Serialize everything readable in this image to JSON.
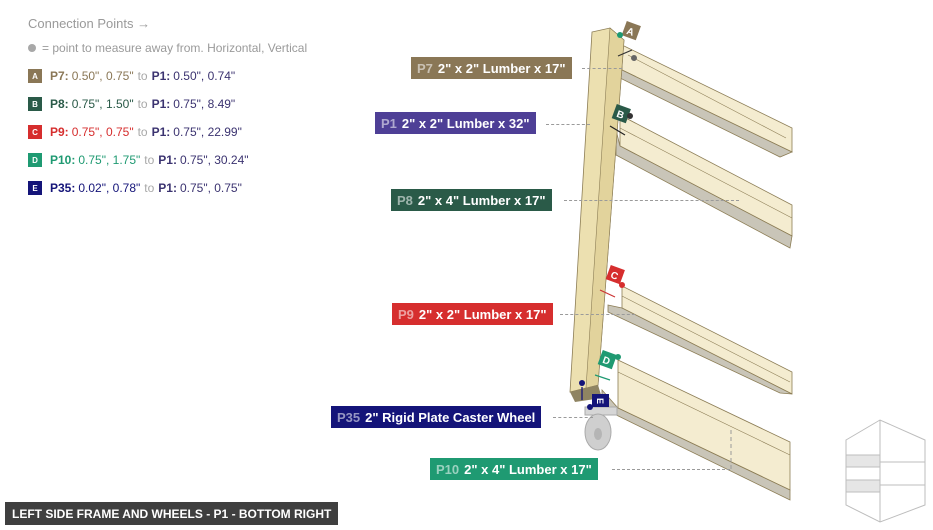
{
  "legend": {
    "title": "Connection Points →",
    "note": "= point to measure away from. Horizontal, Vertical",
    "to_word": "to",
    "rows": [
      {
        "badge": "A",
        "color": "#8a7756",
        "part": "P7:",
        "part_value": "0.50\", 0.75\"",
        "target": "P1:",
        "target_value": "0.50\", 0.74\""
      },
      {
        "badge": "B",
        "color": "#2a5a48",
        "part": "P8:",
        "part_value": "0.75\", 1.50\"",
        "target": "P1:",
        "target_value": "0.75\", 8.49\""
      },
      {
        "badge": "C",
        "color": "#d62e2e",
        "part": "P9:",
        "part_value": "0.75\", 0.75\"",
        "target": "P1:",
        "target_value": "0.75\", 22.99\""
      },
      {
        "badge": "D",
        "color": "#1f9a72",
        "part": "P10:",
        "part_value": "0.75\", 1.75\"",
        "target": "P1:",
        "target_value": "0.75\", 30.24\""
      },
      {
        "badge": "E",
        "color": "#141479",
        "part": "P35:",
        "part_value": "0.02\", 0.78\"",
        "target": "P1:",
        "target_value": "0.75\", 0.75\""
      }
    ]
  },
  "labels": [
    {
      "id": "P7",
      "text": "2\" x 2\" Lumber x 17\"",
      "color": "#8a7756"
    },
    {
      "id": "P1",
      "text": "2\" x 2\" Lumber x 32\"",
      "color": "#4e3f96"
    },
    {
      "id": "P8",
      "text": "2\" x 4\" Lumber  x 17\"",
      "color": "#2a5a48"
    },
    {
      "id": "P9",
      "text": "2\" x 2\" Lumber x 17\"",
      "color": "#d62e2e"
    },
    {
      "id": "P35",
      "text": "2\" Rigid Plate Caster Wheel",
      "color": "#141479"
    },
    {
      "id": "P10",
      "text": "2\" x 4\" Lumber  x 17\"",
      "color": "#1f9a72"
    }
  ],
  "markers": [
    "A",
    "B",
    "C",
    "D",
    "E"
  ],
  "caption": "LEFT SIDE FRAME AND WHEELS - P1 - BOTTOM RIGHT",
  "icons": {
    "legend_dot": "point-dot-icon",
    "thumbnail": "assembly-thumbnail-icon"
  }
}
